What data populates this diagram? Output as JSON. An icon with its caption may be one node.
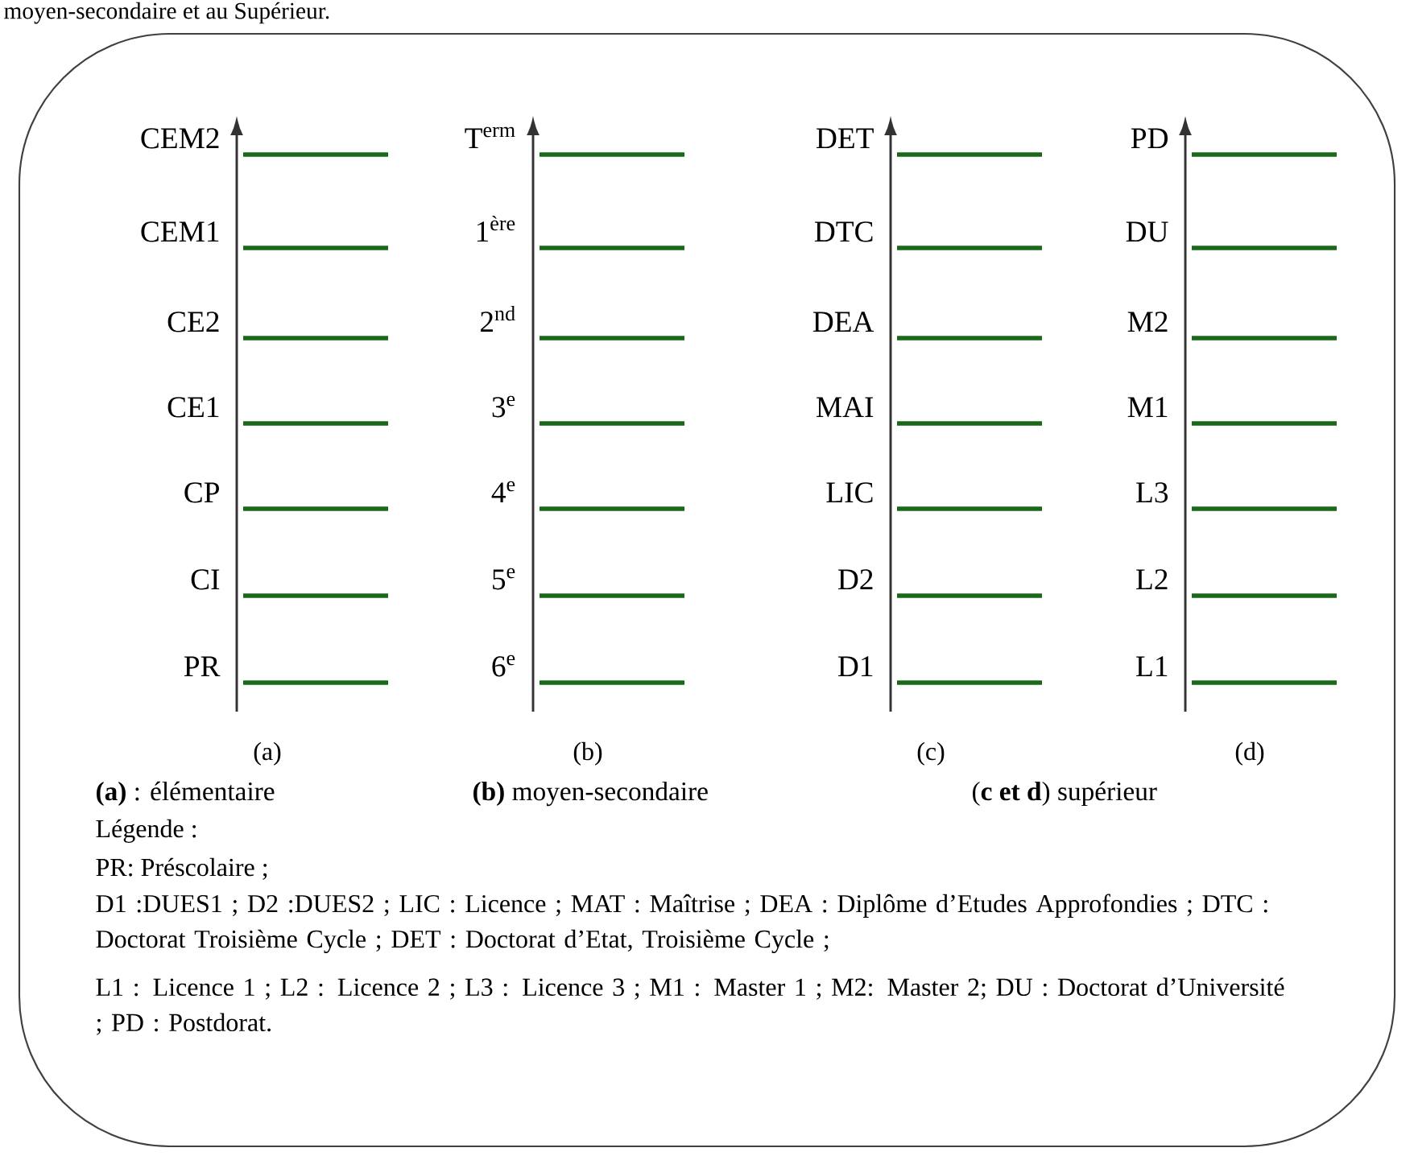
{
  "diagram": {
    "labels": [
      "moyen-secondaire et au Supérieur.",
      "CEM2",
      "T$^{erm}$",
      "DET",
      "PD",
      "CEM1",
      "1$^{ère}$",
      "DTC",
      "DU",
      "CE2",
      "2$^{nd}$",
      "DEA",
      "M2",
      "CE1",
      "3$^{e}$",
      "MAI",
      "M1",
      "CP",
      "4$^{e}$",
      "LIC",
      "L3",
      "CI",
      "5$^{e}$",
      "D2",
      "L2",
      "PR",
      "6$^{e}$",
      "D1",
      "L1",
      "(a)",
      "(b)",
      "(c)",
      "(d)",
      "**(a)** : élémentaire",
      "**(b)** moyen-secondaire",
      "(**c et d**) supérieur",
      "Légende :",
      "PR: Préscolaire ;",
      "D1 :DUES1 ;  D2 :DUES2 ; LIC : Licence ; MAT : Maîtrise ; DEA : Diplôme d’Etudes Approfondies ;  DTC : Doctorat Troisième Cycle ; DET : Doctorat d’Etat, Troisième Cycle ;",
      "L1 : Licence 1 ; L2 : Licence 2 ; L3 : Licence 3 ; M1 : Master 1 ; M2: Master 2; DU : Doctorat d’Université ; PD : Postdorat."
    ]
  }
}
